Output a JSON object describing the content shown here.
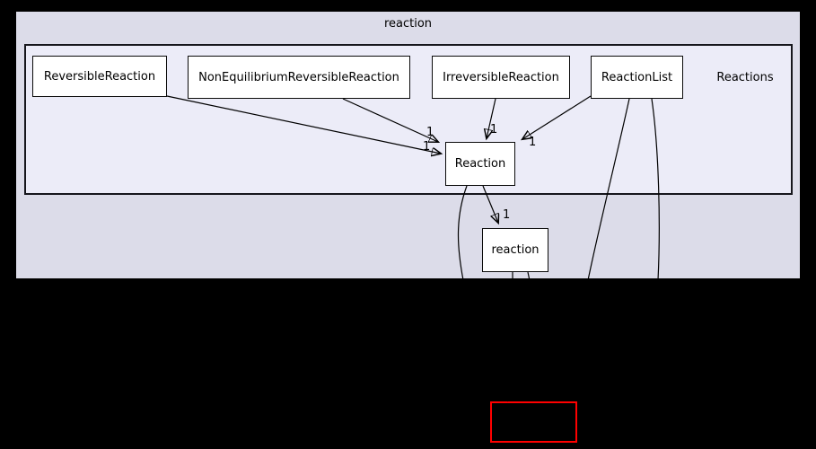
{
  "graph": {
    "parent_cluster": {
      "label": "reaction"
    },
    "child_cluster": {
      "label": "Reactions"
    },
    "nodes": {
      "reversible": {
        "label": "ReversibleReaction"
      },
      "nonequilibrium": {
        "label": "NonEquilibriumReversibleReaction"
      },
      "irreversible": {
        "label": "IrreversibleReaction"
      },
      "reactionlist": {
        "label": "ReactionList"
      },
      "reaction_mid": {
        "label": "Reaction"
      },
      "reaction_low": {
        "label": "reaction"
      },
      "highlighted": {
        "label": ""
      }
    },
    "edge_labels": {
      "reversible_to_reaction": "1",
      "nonequilibrium_to_reaction": "1",
      "irreversible_to_reaction": "1",
      "reactionlist_to_reaction": "1",
      "reaction_to_reaction_low": "1"
    },
    "colors": {
      "page_background": "#000000",
      "parent_cluster_fill": "#dcdce9",
      "child_cluster_fill": "#ececf8",
      "node_fill": "#ffffff",
      "node_border": "#000000",
      "edge": "#000000",
      "highlight_node_border": "#ff0000"
    }
  }
}
